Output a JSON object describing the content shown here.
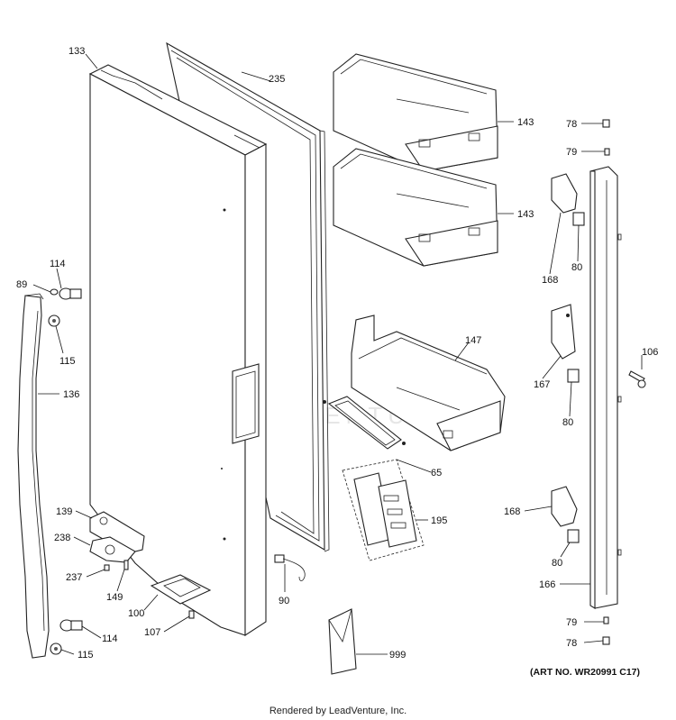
{
  "watermark": "LEADVENTURE",
  "art_number": "(ART NO. WR20991 C17)",
  "footer": "Rendered by LeadVenture, Inc.",
  "callouts": [
    {
      "id": "c133",
      "text": "133"
    },
    {
      "id": "c235",
      "text": "235"
    },
    {
      "id": "c143a",
      "text": "143"
    },
    {
      "id": "c143b",
      "text": "143"
    },
    {
      "id": "c78a",
      "text": "78"
    },
    {
      "id": "c79a",
      "text": "79"
    },
    {
      "id": "c168a",
      "text": "168"
    },
    {
      "id": "c80a",
      "text": "80"
    },
    {
      "id": "c114a",
      "text": "114"
    },
    {
      "id": "c89",
      "text": "89"
    },
    {
      "id": "c115a",
      "text": "115"
    },
    {
      "id": "c147",
      "text": "147"
    },
    {
      "id": "c106",
      "text": "106"
    },
    {
      "id": "c136",
      "text": "136"
    },
    {
      "id": "c167",
      "text": "167"
    },
    {
      "id": "c80b",
      "text": "80"
    },
    {
      "id": "c65",
      "text": "65"
    },
    {
      "id": "c139",
      "text": "139"
    },
    {
      "id": "c195",
      "text": "195"
    },
    {
      "id": "c168b",
      "text": "168"
    },
    {
      "id": "c238",
      "text": "238"
    },
    {
      "id": "c80c",
      "text": "80"
    },
    {
      "id": "c237",
      "text": "237"
    },
    {
      "id": "c166",
      "text": "166"
    },
    {
      "id": "c149",
      "text": "149"
    },
    {
      "id": "c90",
      "text": "90"
    },
    {
      "id": "c100",
      "text": "100"
    },
    {
      "id": "c107",
      "text": "107"
    },
    {
      "id": "c79b",
      "text": "79"
    },
    {
      "id": "c114b",
      "text": "114"
    },
    {
      "id": "c999",
      "text": "999"
    },
    {
      "id": "c78b",
      "text": "78"
    },
    {
      "id": "c115b",
      "text": "115"
    }
  ]
}
